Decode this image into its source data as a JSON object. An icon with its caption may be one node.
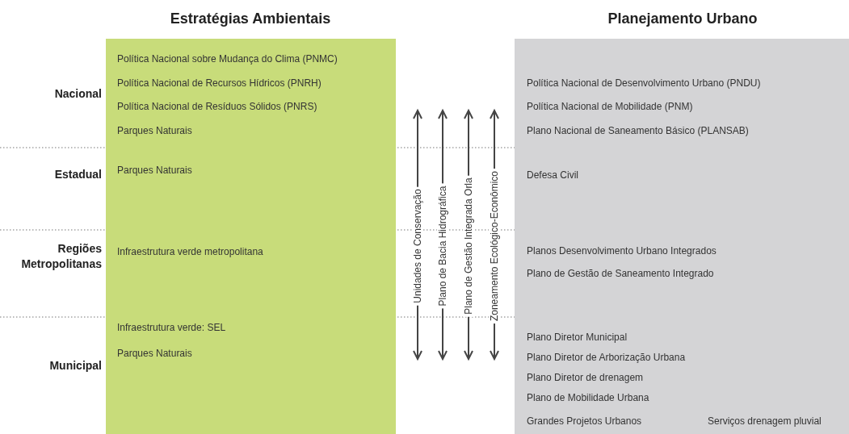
{
  "diagram": {
    "nodes": [
      {
        "text": [
          "Estratégias Ambientais",
          "Política Nacional sobre Mudança do Clima (PNMC)",
          "Política Nacional de Recursos Hídricos (PNRH)",
          "Política Nacional de Resíduos Sólidos (PNRS)",
          "Parques Naturais",
          "Parques Naturais",
          "Infraestrutura verde metropolitana",
          "Infraestrutura verde: SEL",
          "Parques Naturais"
        ]
      },
      {
        "text": [
          "Planejamento Urbano",
          "Política Nacional de Desenvolvimento Urbano (PNDU)",
          "Política Nacional de Mobilidade (PNM)",
          "Plano Nacional de Saneamento Básico (PLANSAB)",
          "Defesa Civil",
          "Planos Desenvolvimento Urbano Integrados",
          "Plano de Gestão de Saneamento Integrado",
          "Plano Diretor Municipal",
          "Plano Diretor de Arborização Urbana",
          "Plano Diretor de drenagem",
          "Plano de Mobilidade Urbana",
          "Grandes Projetos Urbanos",
          "Serviços drenagem pluvial"
        ]
      }
    ],
    "labels": [
      "Nacional",
      "Estadual",
      "Regiões Metropolitanas",
      "Municipal",
      "Unidades de Conservação",
      "Plano de Bacia Hidrográfica",
      "Plano de Gestão Integrada Orla",
      "Zoneamento Ecológico-Econômico"
    ]
  }
}
